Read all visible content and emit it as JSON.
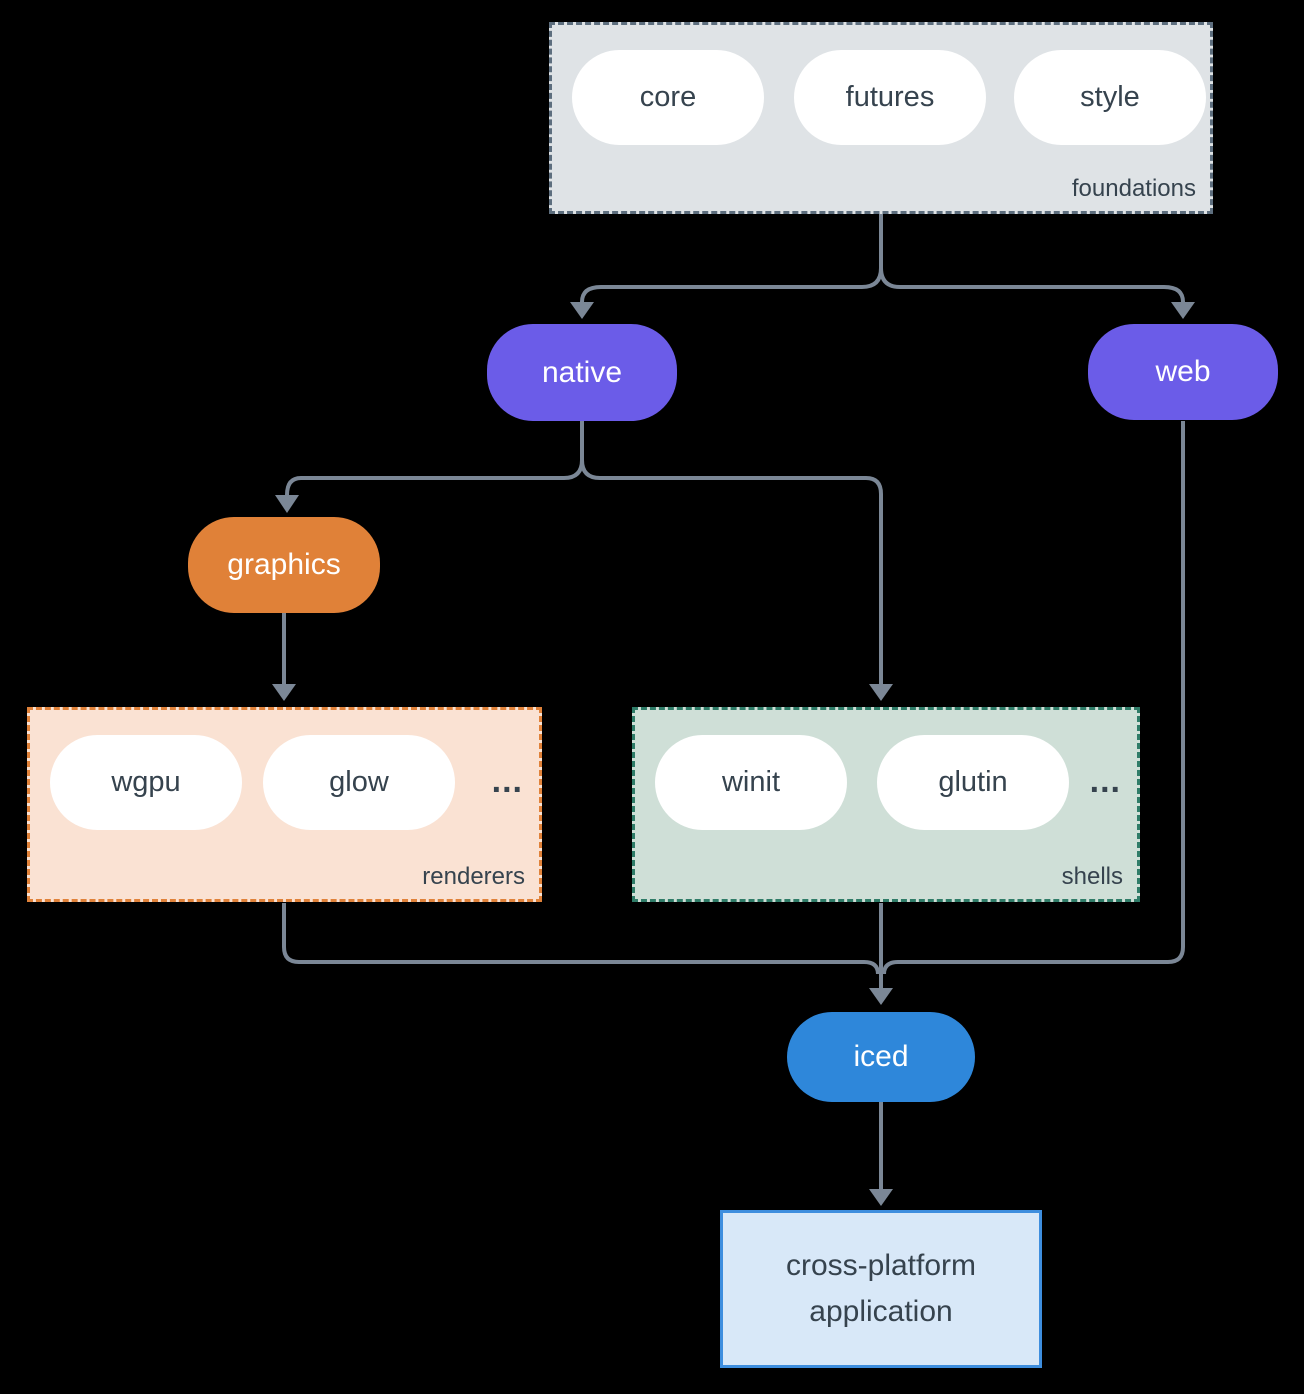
{
  "foundations": {
    "label": "foundations",
    "pills": [
      "core",
      "futures",
      "style"
    ]
  },
  "native": {
    "label": "native"
  },
  "web": {
    "label": "web"
  },
  "graphics": {
    "label": "graphics"
  },
  "renderers": {
    "label": "renderers",
    "pills": [
      "wgpu",
      "glow"
    ],
    "ellipsis": "..."
  },
  "shells": {
    "label": "shells",
    "pills": [
      "winit",
      "glutin"
    ],
    "ellipsis": "..."
  },
  "iced": {
    "label": "iced"
  },
  "application": {
    "label": "cross-platform application"
  },
  "colors": {
    "background": "#000000",
    "connector": "#7b8796",
    "foundations_fill": "#dfe3e6",
    "foundations_border": "#5d6e7e",
    "renderers_fill": "#fae2d3",
    "renderers_border": "#e0823a",
    "shells_fill": "#cfdfd7",
    "shells_border": "#2f7c68",
    "node_purple": "#6b5ce8",
    "node_orange": "#e08138",
    "node_blue": "#2e87da",
    "application_fill": "#d8e8f8",
    "application_border": "#3e8ede",
    "text_dark": "#36434e",
    "text_light": "#ffffff",
    "pill_fill": "#ffffff"
  }
}
